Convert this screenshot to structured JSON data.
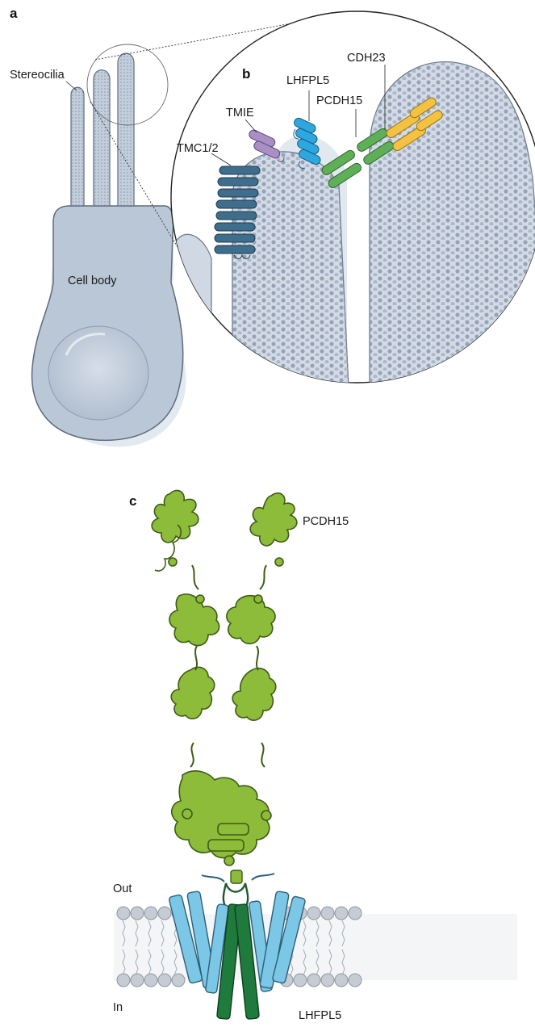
{
  "panels": {
    "a": "a",
    "b": "b",
    "c": "c"
  },
  "labels": {
    "stereocilia": "Stereocilia",
    "cell_body": "Cell body",
    "tmc": "TMC1/2",
    "tmie": "TMIE",
    "lhfpl5_b": "LHFPL5",
    "pcdh15_b": "PCDH15",
    "cdh23": "CDH23",
    "pcdh15_c": "PCDH15",
    "out": "Out",
    "in": "In",
    "lhfpl5_c": "LHFPL5"
  },
  "colors": {
    "cell_fill": "#b9c6d6",
    "cell_stroke": "#5f6f80",
    "cell_shadow": "#dfe6ee",
    "tmc": "#3f6d8c",
    "tmie": "#a88fc4",
    "lhfpl5": "#2ea6de",
    "pcdh15": "#5fae58",
    "cdh23": "#f3c242",
    "ribbon_green": "#8dbb3a",
    "ribbon_green_dark": "#4f6f1c",
    "helix_blue": "#7cc7e6",
    "helix_dark_green": "#1f7a3e",
    "membrane_head": "#c5ccd4"
  }
}
